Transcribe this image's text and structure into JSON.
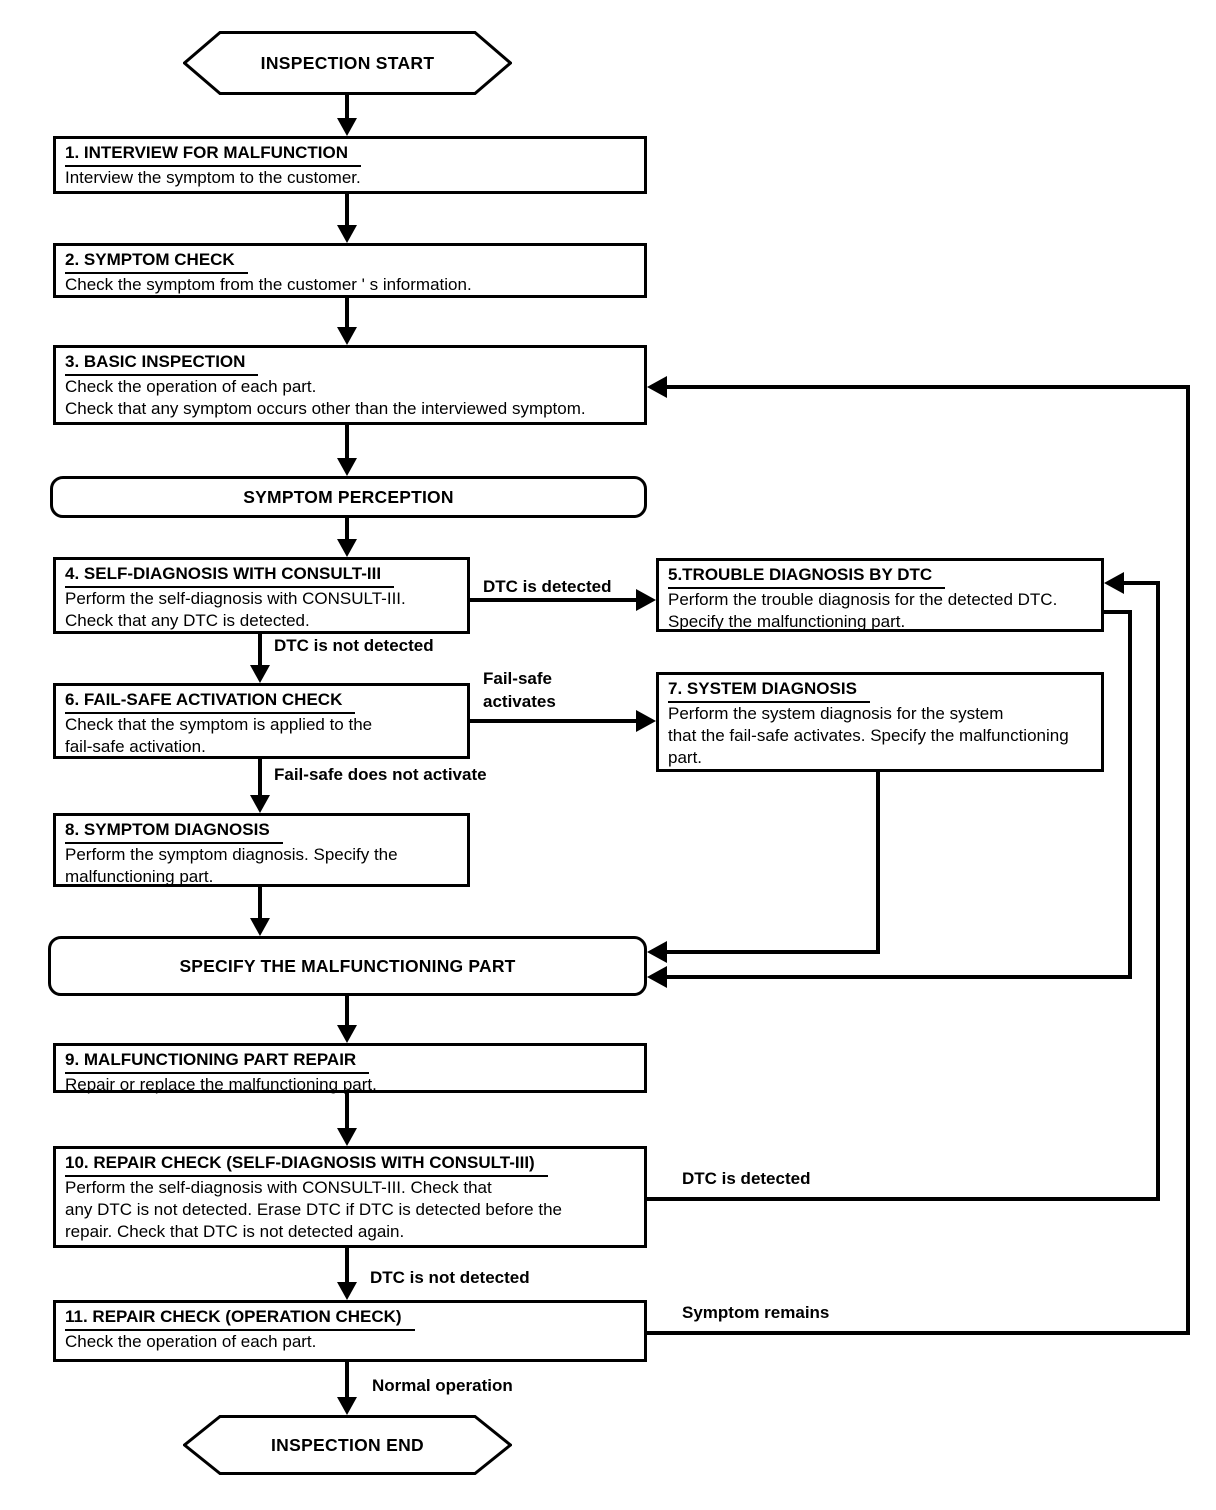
{
  "colors": {
    "ink": "#000000",
    "paper": "#ffffff"
  },
  "terminators": {
    "start": "INSPECTION START",
    "end": "INSPECTION END"
  },
  "milestones": {
    "symptom_perception": "SYMPTOM PERCEPTION",
    "specify_part": "SPECIFY THE MALFUNCTIONING PART"
  },
  "steps": {
    "s1": {
      "title": "1. INTERVIEW FOR MALFUNCTION",
      "body": [
        "Interview the symptom to the customer."
      ]
    },
    "s2": {
      "title": "2. SYMPTOM CHECK",
      "body": [
        "Check the symptom from the customer ' s information."
      ]
    },
    "s3": {
      "title": "3. BASIC INSPECTION",
      "body": [
        "Check the operation of each part.",
        "Check that any symptom occurs other than the interviewed symptom."
      ]
    },
    "s4": {
      "title": "4. SELF-DIAGNOSIS WITH CONSULT-III",
      "body": [
        "Perform the self-diagnosis with CONSULT-III.",
        "Check that any DTC is detected."
      ]
    },
    "s5": {
      "title": "5.TROUBLE DIAGNOSIS BY DTC",
      "body": [
        "Perform the trouble diagnosis for the detected DTC.",
        "Specify the malfunctioning part."
      ]
    },
    "s6": {
      "title": "6. FAIL-SAFE ACTIVATION CHECK",
      "body": [
        "Check that the symptom is applied to the",
        "fail-safe activation."
      ]
    },
    "s7": {
      "title": "7. SYSTEM DIAGNOSIS",
      "body": [
        "Perform the system diagnosis for the system",
        "that the fail-safe activates. Specify the malfunctioning",
        "part."
      ]
    },
    "s8": {
      "title": "8. SYMPTOM DIAGNOSIS",
      "body": [
        "Perform the symptom diagnosis. Specify the",
        "malfunctioning part."
      ]
    },
    "s9": {
      "title": "9. MALFUNCTIONING PART REPAIR",
      "body": [
        "Repair or replace the malfunctioning part."
      ]
    },
    "s10": {
      "title": "10. REPAIR CHECK (SELF-DIAGNOSIS WITH CONSULT-III)",
      "body": [
        "Perform the self-diagnosis with CONSULT-III. Check that",
        "any DTC is not detected. Erase DTC if DTC is detected before the",
        "repair. Check that DTC is not detected again."
      ]
    },
    "s11": {
      "title": "11. REPAIR CHECK (OPERATION CHECK)",
      "body": [
        "Check the operation of each part."
      ]
    }
  },
  "edge_labels": {
    "dtc_detected_4_to_5": "DTC is detected",
    "dtc_not_detected_4_to_6": "DTC is not detected",
    "fail_safe_activates": [
      "Fail-safe",
      "activates"
    ],
    "fail_safe_does_not_activate": "Fail-safe does not activate",
    "dtc_detected_10_to_5": "DTC is detected",
    "dtc_not_detected_10_to_11": "DTC is not detected",
    "symptom_remains": "Symptom remains",
    "normal_operation": "Normal operation"
  }
}
